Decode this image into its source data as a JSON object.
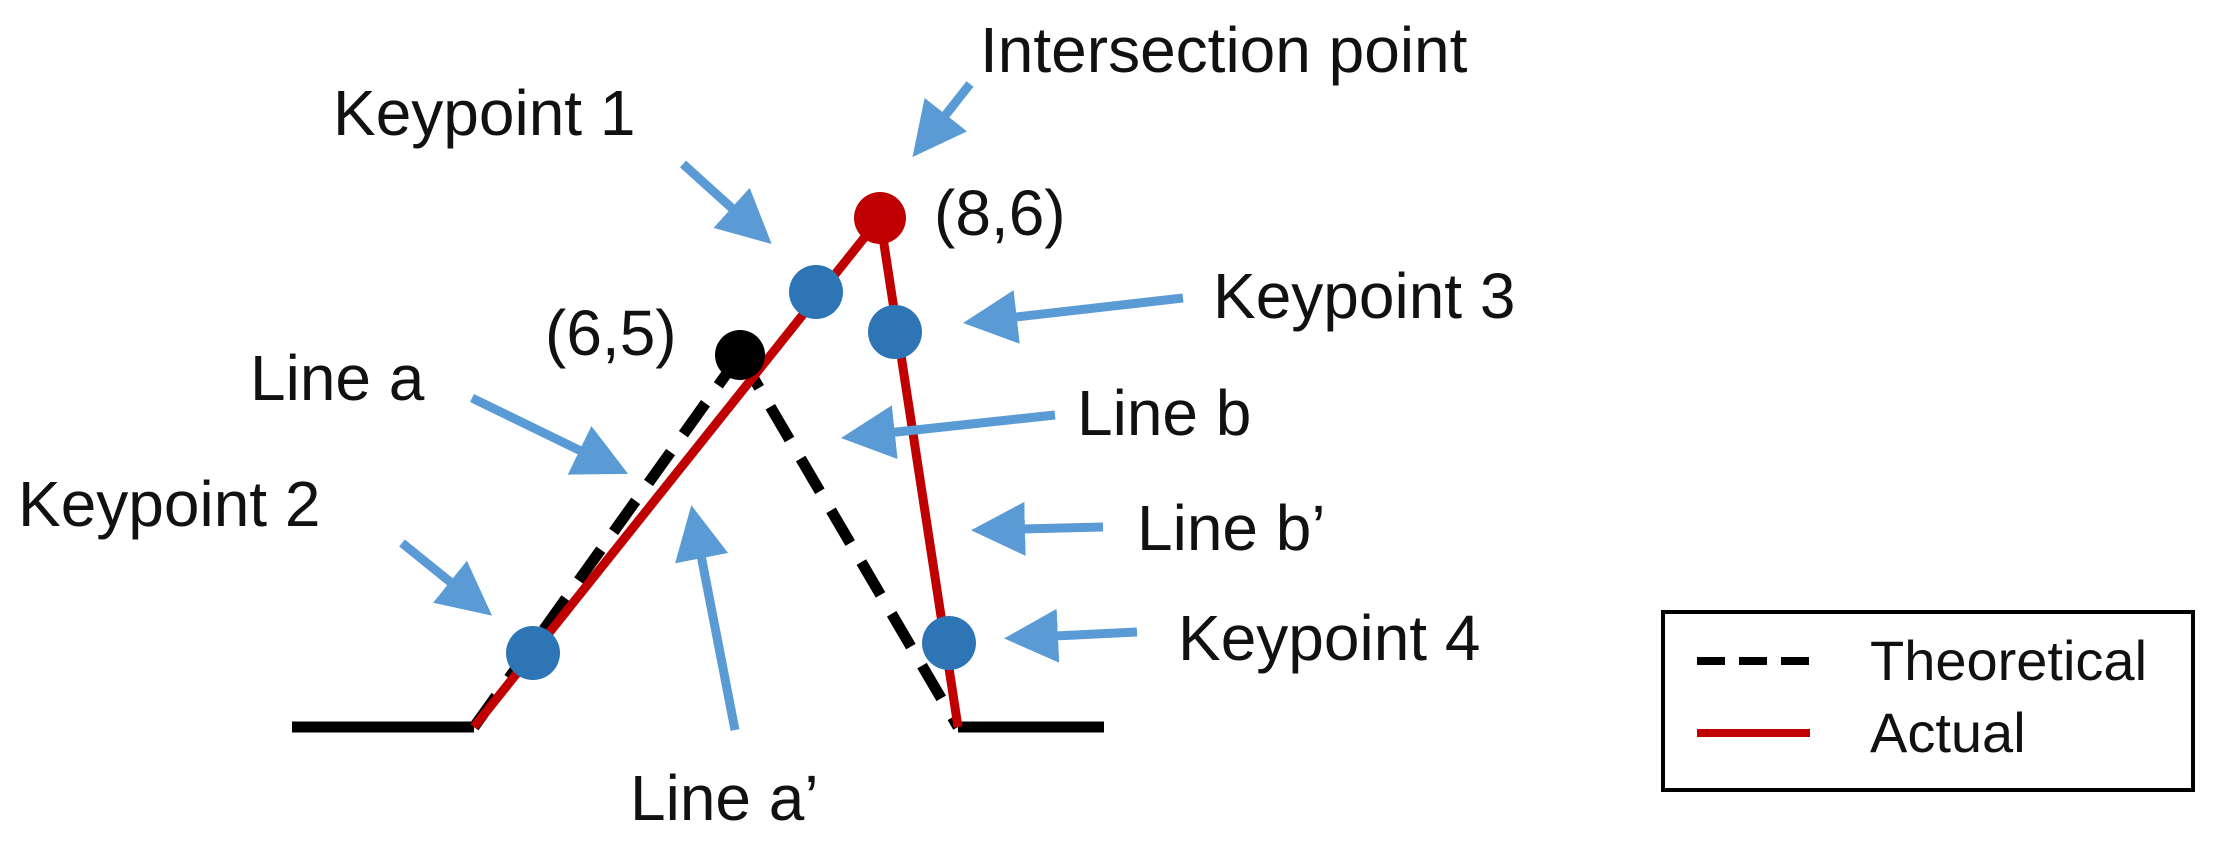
{
  "labels": {
    "intersection_point": "Intersection point",
    "keypoint_1": "Keypoint 1",
    "keypoint_2": "Keypoint 2",
    "keypoint_3": "Keypoint 3",
    "keypoint_4": "Keypoint 4",
    "line_a": "Line a",
    "line_a_prime": "Line a’",
    "line_b": "Line b",
    "line_b_prime": "Line b’",
    "coord_theoretical": "(6,5)",
    "coord_actual": "(8,6)"
  },
  "legend": {
    "theoretical": "Theoretical",
    "actual": "Actual"
  },
  "colors": {
    "actual": "#c00000",
    "theoretical": "#000000",
    "keypoint": "#2e75b6",
    "arrow": "#5b9bd5",
    "baseline": "#000000"
  }
}
